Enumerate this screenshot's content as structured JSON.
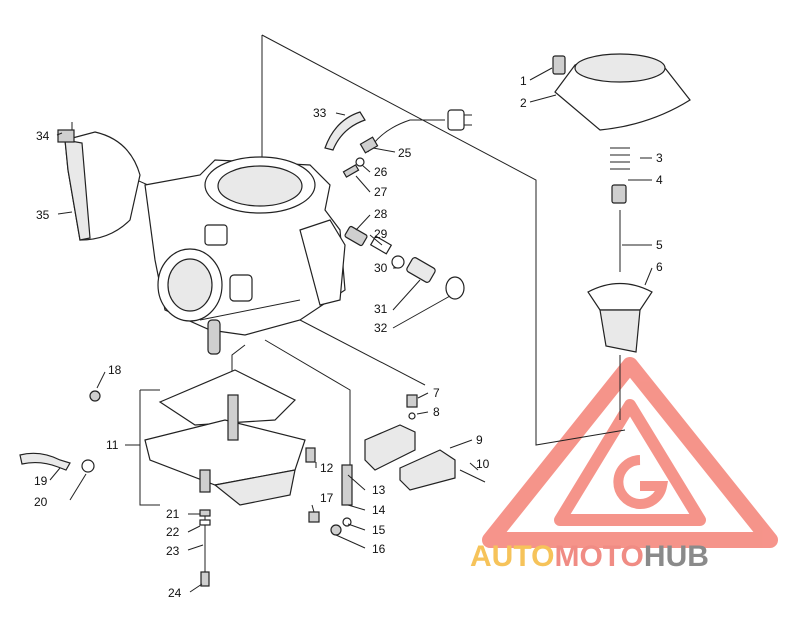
{
  "labels": [
    {
      "id": "p1",
      "text": "1"
    },
    {
      "id": "p2",
      "text": "2"
    },
    {
      "id": "p3",
      "text": "3"
    },
    {
      "id": "p4",
      "text": "4"
    },
    {
      "id": "p5",
      "text": "5"
    },
    {
      "id": "p6",
      "text": "6"
    },
    {
      "id": "p7",
      "text": "7"
    },
    {
      "id": "p8",
      "text": "8"
    },
    {
      "id": "p9",
      "text": "9"
    },
    {
      "id": "p10",
      "text": "10"
    },
    {
      "id": "p11",
      "text": "11"
    },
    {
      "id": "p12",
      "text": "12"
    },
    {
      "id": "p13",
      "text": "13"
    },
    {
      "id": "p14",
      "text": "14"
    },
    {
      "id": "p15",
      "text": "15"
    },
    {
      "id": "p16",
      "text": "16"
    },
    {
      "id": "p17",
      "text": "17"
    },
    {
      "id": "p18",
      "text": "18"
    },
    {
      "id": "p19",
      "text": "19"
    },
    {
      "id": "p20",
      "text": "20"
    },
    {
      "id": "p21",
      "text": "21"
    },
    {
      "id": "p22",
      "text": "22"
    },
    {
      "id": "p23",
      "text": "23"
    },
    {
      "id": "p24",
      "text": "24"
    },
    {
      "id": "p25",
      "text": "25"
    },
    {
      "id": "p26",
      "text": "26"
    },
    {
      "id": "p27",
      "text": "27"
    },
    {
      "id": "p28",
      "text": "28"
    },
    {
      "id": "p29",
      "text": "29"
    },
    {
      "id": "p30",
      "text": "30"
    },
    {
      "id": "p31",
      "text": "31"
    },
    {
      "id": "p32",
      "text": "32"
    },
    {
      "id": "p33",
      "text": "33"
    },
    {
      "id": "p34",
      "text": "34"
    },
    {
      "id": "p35",
      "text": "35"
    }
  ],
  "watermark": {
    "word_auto": "AUTO",
    "word_moto": "MOTO",
    "word_hub": "HUB",
    "color_auto": "#f6c35a",
    "color_moto": "#f08c84",
    "color_hub": "#8a8a8a",
    "logo_color": "#f26b5e"
  }
}
